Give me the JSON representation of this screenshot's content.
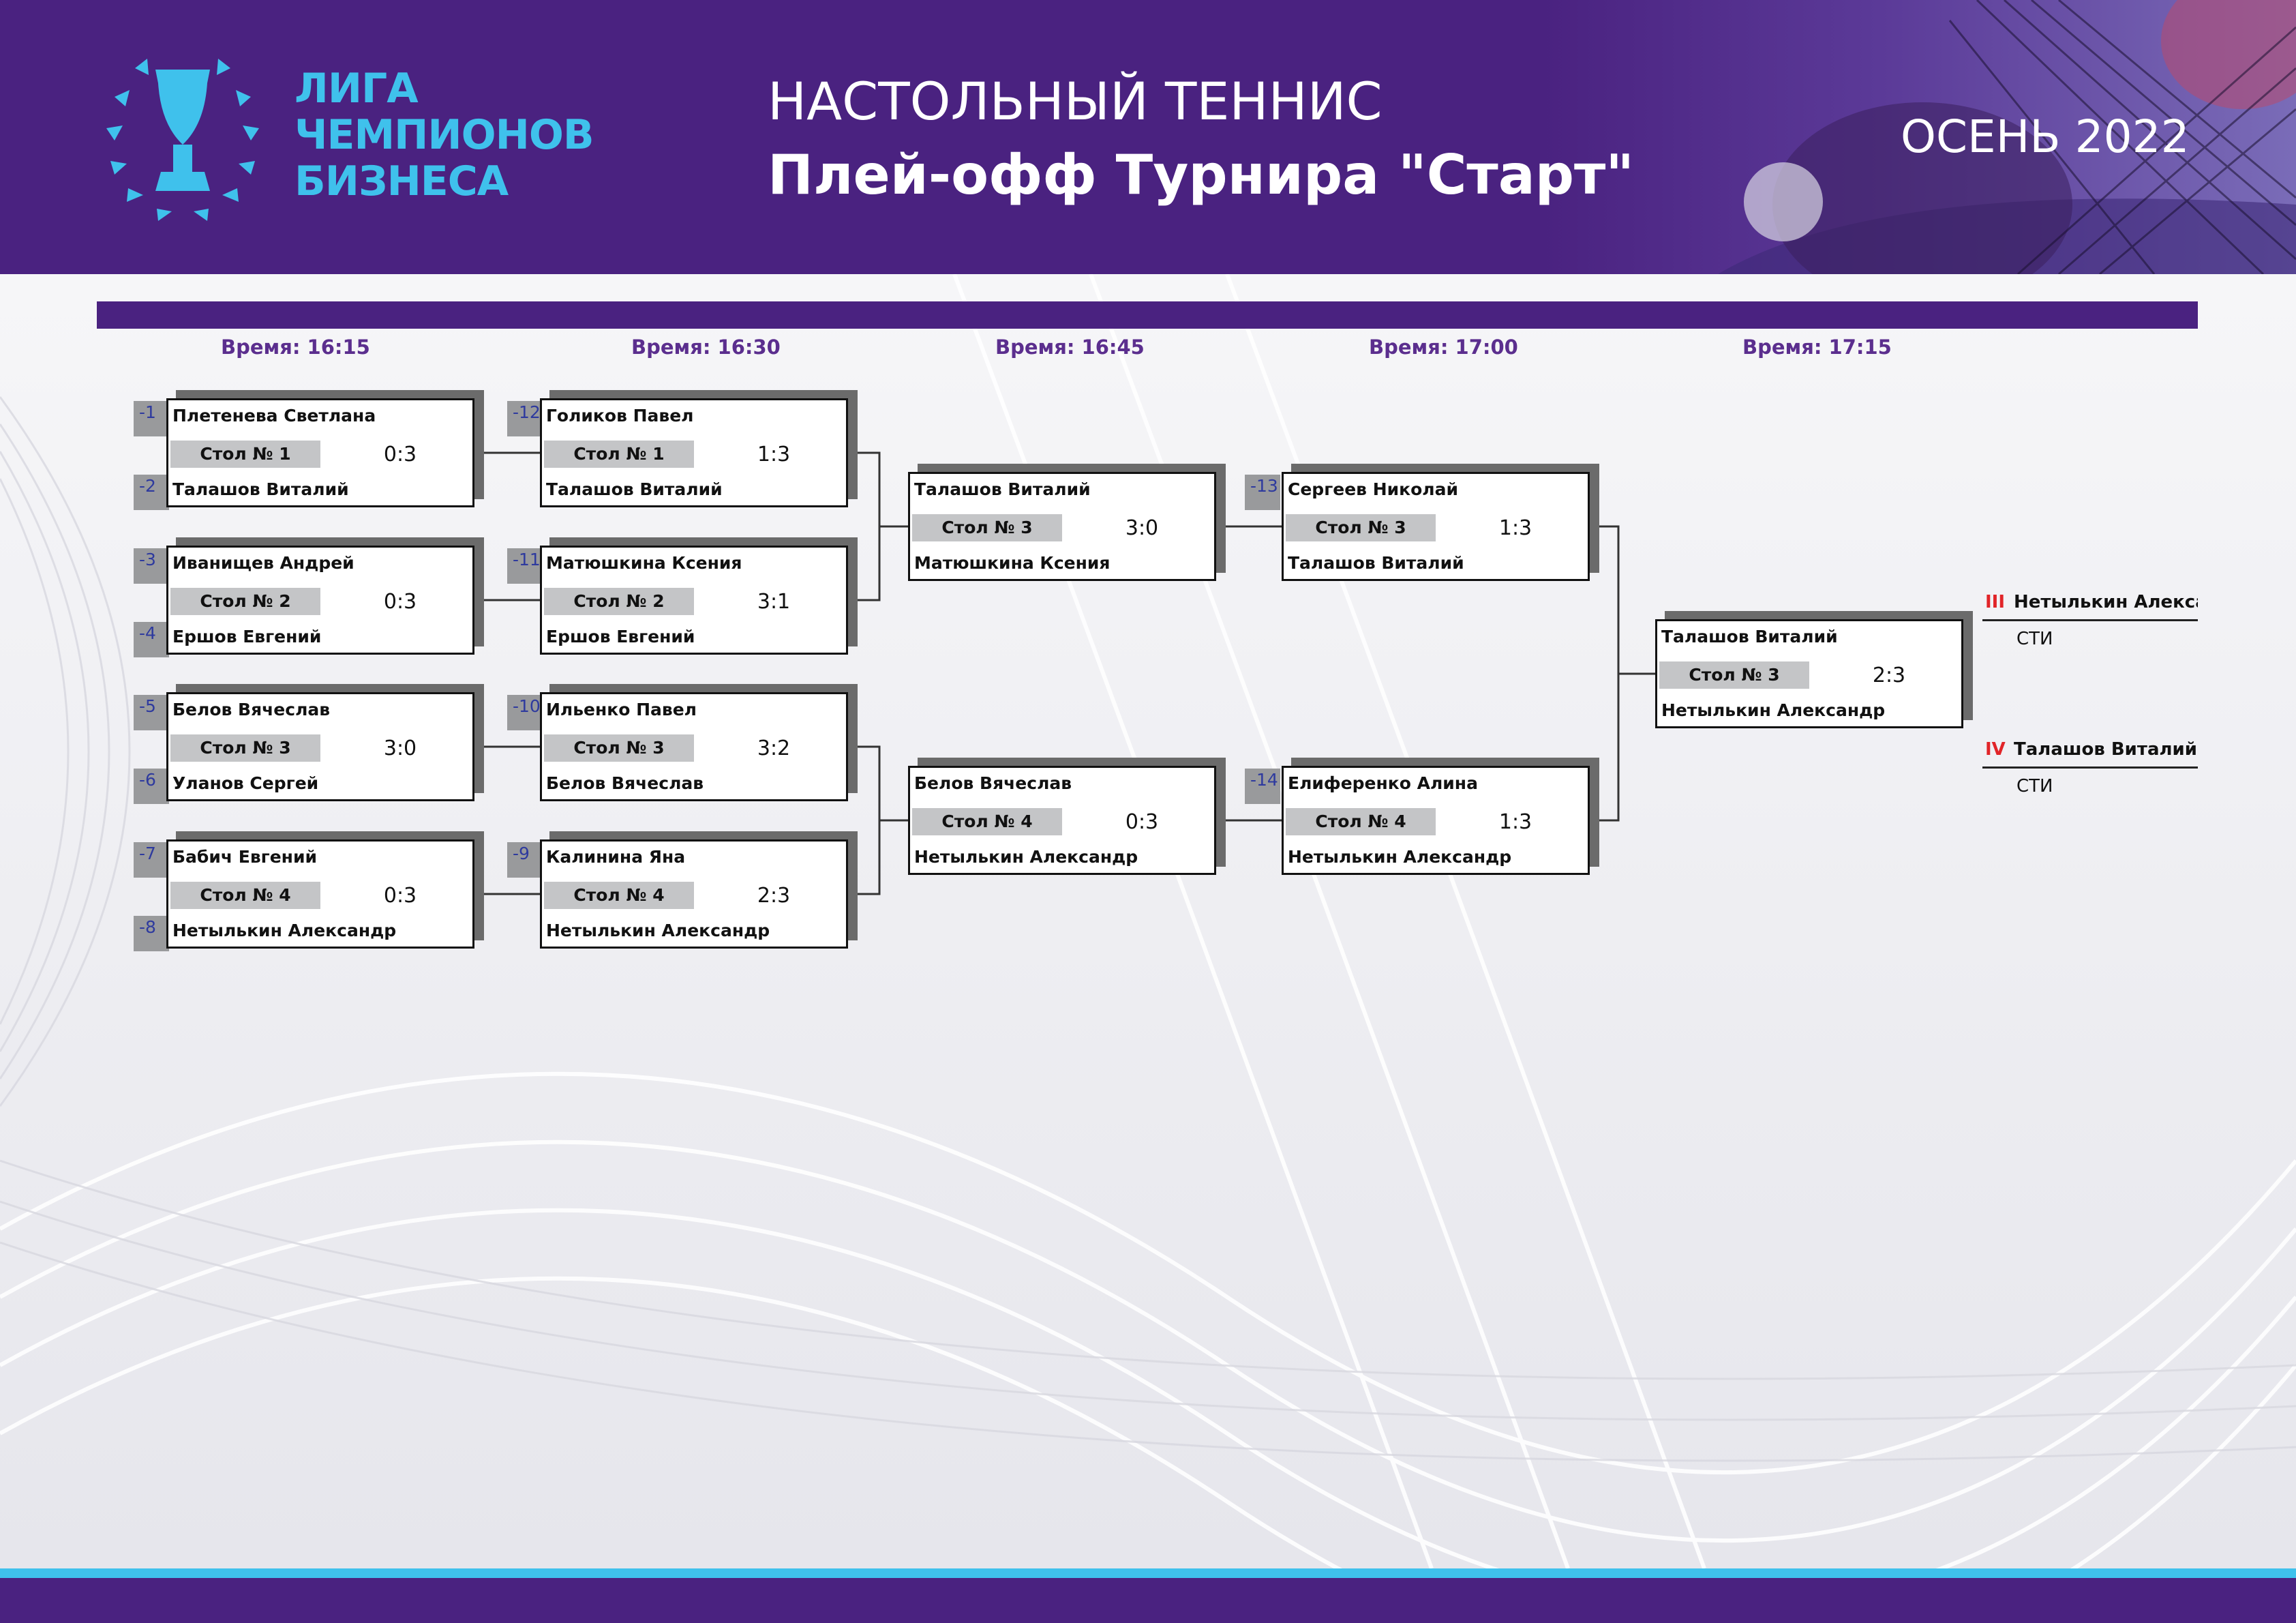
{
  "header": {
    "logo_lines": [
      "ЛИГА",
      "ЧЕМПИОНОВ",
      "БИЗНЕСА"
    ],
    "sport": "НАСТОЛЬНЫЙ ТЕННИС",
    "title": "Плей-офф Турнира \"Старт\"",
    "season": "ОСЕНЬ 2022"
  },
  "times": [
    "Время: 16:15",
    "Время: 16:30",
    "Время: 16:45",
    "Время: 17:00",
    "Время: 17:15"
  ],
  "seeds": [
    "-1",
    "-2",
    "-3",
    "-4",
    "-5",
    "-6",
    "-7",
    "-8",
    "-9",
    "-10",
    "-11",
    "-12",
    "-13",
    "-14"
  ],
  "rounds": [
    [
      {
        "p1": "Плетенева Светлана",
        "p2": "Талашов Виталий",
        "table": "Стол № 1",
        "score": "0:3"
      },
      {
        "p1": "Иванищев Андрей",
        "p2": "Ершов Евгений",
        "table": "Стол № 2",
        "score": "0:3"
      },
      {
        "p1": "Белов Вячеслав",
        "p2": "Уланов Сергей",
        "table": "Стол № 3",
        "score": "3:0"
      },
      {
        "p1": "Бабич Евгений",
        "p2": "Нетылькин Александр",
        "table": "Стол № 4",
        "score": "0:3"
      }
    ],
    [
      {
        "p1": "Голиков Павел",
        "p2": "Талашов Виталий",
        "table": "Стол № 1",
        "score": "1:3"
      },
      {
        "p1": "Матюшкина Ксения",
        "p2": "Ершов Евгений",
        "table": "Стол № 2",
        "score": "3:1"
      },
      {
        "p1": "Ильенко Павел",
        "p2": "Белов Вячеслав",
        "table": "Стол № 3",
        "score": "3:2"
      },
      {
        "p1": "Калинина Яна",
        "p2": "Нетылькин Александр",
        "table": "Стол № 4",
        "score": "2:3"
      }
    ],
    [
      {
        "p1": "Талашов Виталий",
        "p2": "Матюшкина Ксения",
        "table": "Стол № 3",
        "score": "3:0"
      },
      {
        "p1": "Белов Вячеслав",
        "p2": "Нетылькин Александр",
        "table": "Стол № 4",
        "score": "0:3"
      }
    ],
    [
      {
        "p1": "Сергеев Николай",
        "p2": "Талашов Виталий",
        "table": "Стол № 3",
        "score": "1:3"
      },
      {
        "p1": "Елиференко Алина",
        "p2": "Нетылькин Александр",
        "table": "Стол № 4",
        "score": "1:3"
      }
    ],
    [
      {
        "p1": "Талашов Виталий",
        "p2": "Нетылькин Александр",
        "table": "Стол № 3",
        "score": "2:3"
      }
    ]
  ],
  "places": [
    {
      "num": "III",
      "name": "Нетылькин Александр",
      "org": "СТИ"
    },
    {
      "num": "IV",
      "name": "Талашов Виталий",
      "org": "СТИ"
    }
  ],
  "colors": {
    "brand_purple": "#4a2280",
    "brand_cyan": "#3fc1ec",
    "place_red": "#e12428"
  }
}
